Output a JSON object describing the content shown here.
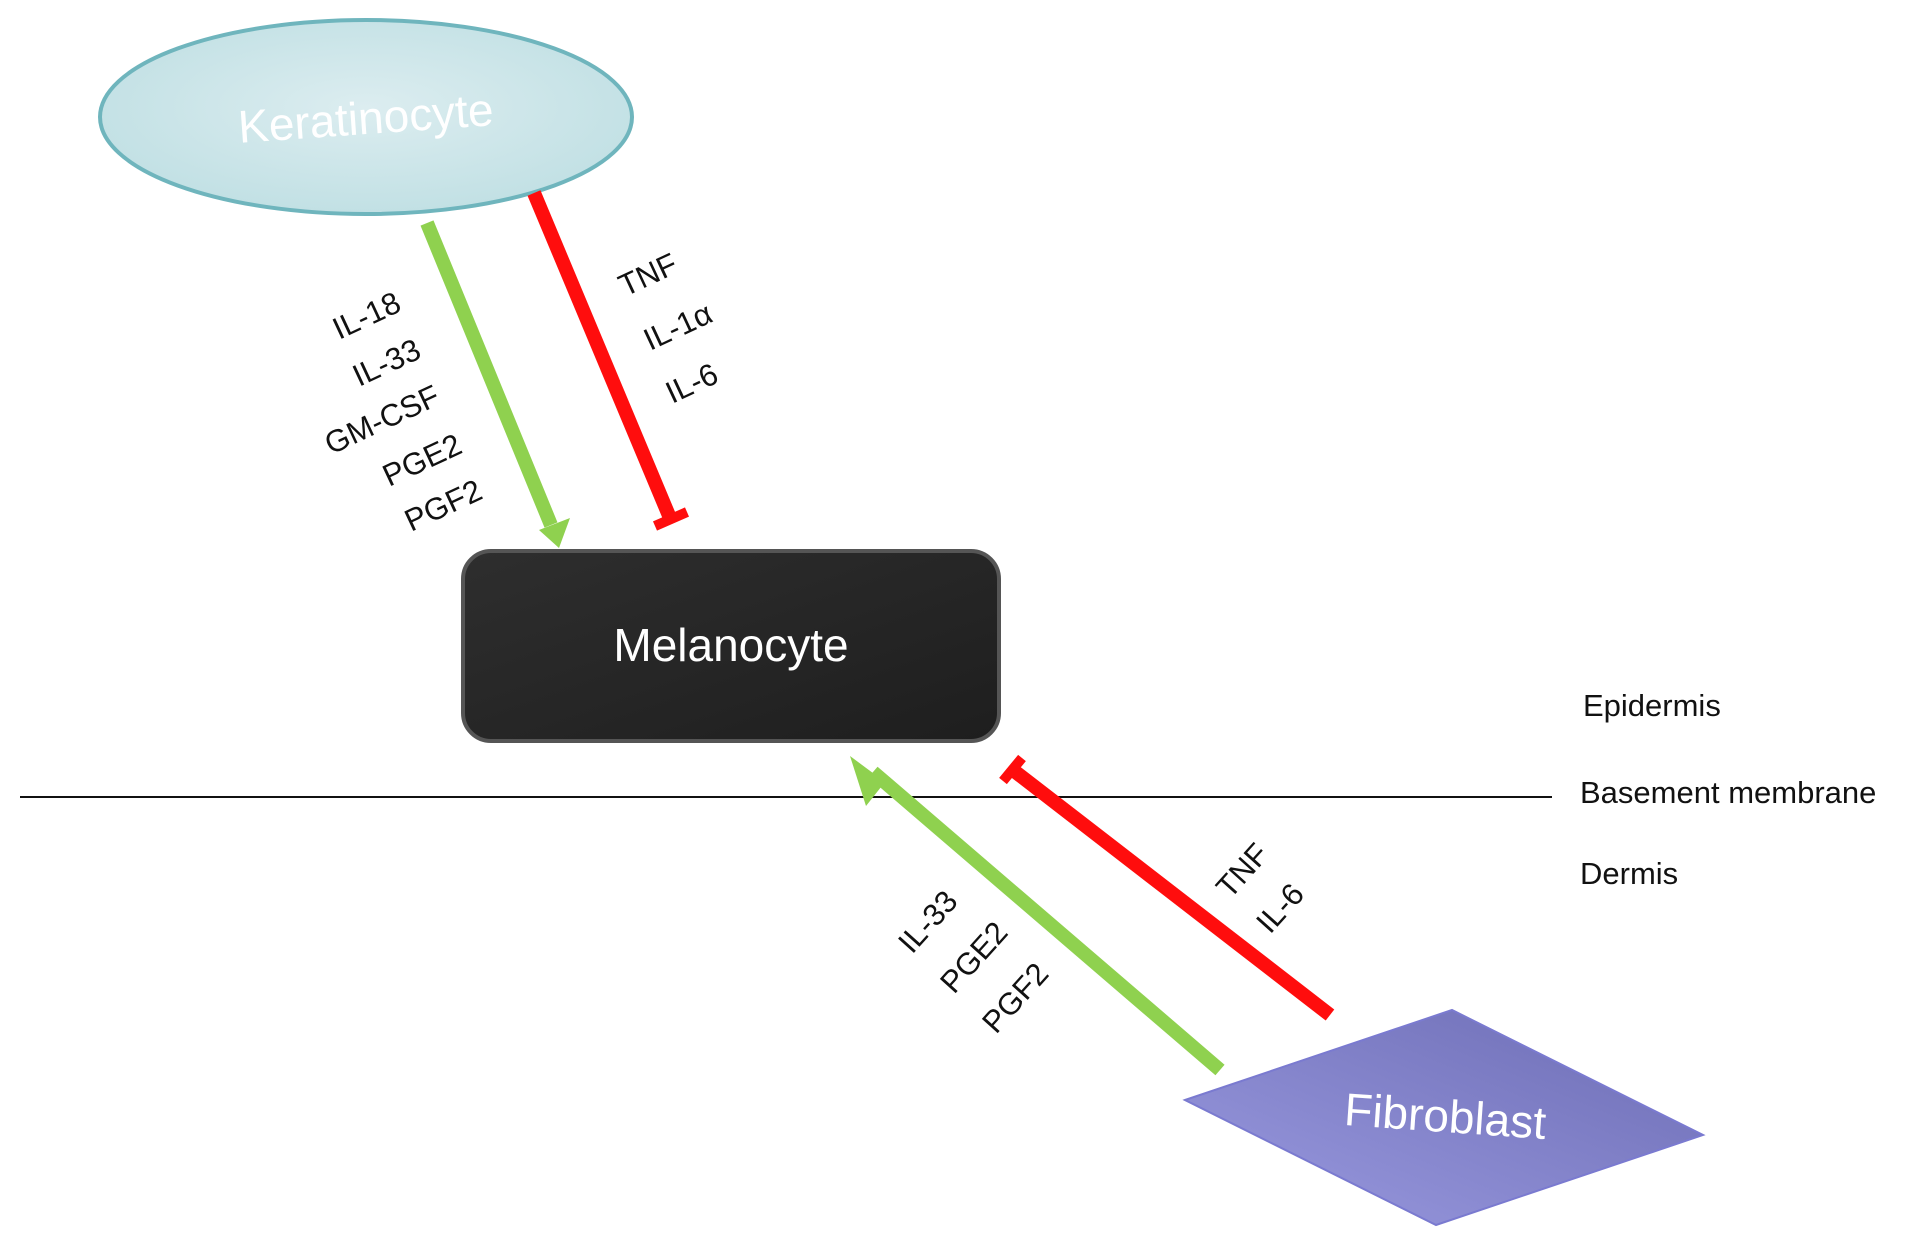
{
  "nodes": {
    "keratinocyte": {
      "label": "Keratinocyte"
    },
    "melanocyte": {
      "label": "Melanocyte"
    },
    "fibroblast": {
      "label": "Fibroblast"
    }
  },
  "edges": {
    "keratinocyte_stimulatory": {
      "type": "activation",
      "color": "#8fd14f",
      "from": "Keratinocyte",
      "to": "Melanocyte",
      "labels": [
        "IL-18",
        "IL-33",
        "GM-CSF",
        "PGE2",
        "PGF2"
      ]
    },
    "keratinocyte_inhibitory": {
      "type": "inhibition",
      "color": "#ff0d0d",
      "from": "Keratinocyte",
      "to": "Melanocyte",
      "labels": [
        "TNF",
        "IL-1α",
        "IL-6"
      ]
    },
    "fibroblast_stimulatory": {
      "type": "activation",
      "color": "#8fd14f",
      "from": "Fibroblast",
      "to": "Melanocyte",
      "labels": [
        "IL-33",
        "PGE2",
        "PGF2"
      ]
    },
    "fibroblast_inhibitory": {
      "type": "inhibition",
      "color": "#ff0d0d",
      "from": "Fibroblast",
      "to": "Melanocyte",
      "labels": [
        "TNF",
        "IL-6"
      ]
    }
  },
  "layers": {
    "epidermis": "Epidermis",
    "basement_membrane": "Basement membrane",
    "dermis": "Dermis"
  },
  "colors": {
    "keratinocyte_fill": "#cfe7ea",
    "keratinocyte_stroke": "#6fb5bd",
    "melanocyte_fill": "#262626",
    "fibroblast_fill": "#8484cc",
    "stimulatory": "#8fd14f",
    "inhibitory": "#ff0d0d"
  }
}
